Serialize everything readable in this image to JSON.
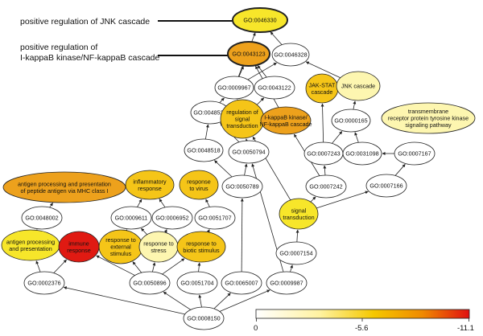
{
  "callouts": {
    "jnk": "positive regulation of JNK cascade",
    "ikk_line1": "positive regulation of",
    "ikk_line2": "I-kappaB kinase/NF-kappaB cascade"
  },
  "scale": {
    "label_zero": "0",
    "label_mid": "-5.6",
    "label_max": "-11.1",
    "colors": [
      "#ffffff",
      "#fff2a0",
      "#f5c800",
      "#f08a00",
      "#e01010"
    ]
  },
  "colors": {
    "white": "#ffffff",
    "pale_yellow": "#fdf6b0",
    "yellow": "#f7e62a",
    "yellow_orange": "#f5c518",
    "orange": "#eda11c",
    "red": "#e01a12",
    "stroke": "#222222"
  },
  "nodes": {
    "go0046330": [
      "GO:0046330"
    ],
    "go0043123": [
      "GO:0043123"
    ],
    "go0046328": [
      "GO:0046328"
    ],
    "go0009967": [
      "GO:0009967"
    ],
    "go0043122": [
      "GO:0043122"
    ],
    "jakstat": [
      "JAK-STAT",
      "cascade"
    ],
    "jnk_cascade": [
      "JNK cascade"
    ],
    "go0048522": [
      "GO:0048522"
    ],
    "reg_signal": [
      "regulation of",
      "signal",
      "transduction"
    ],
    "ikb_kinase": [
      "I-kappaB kinase/",
      "NF-kappaB cascade"
    ],
    "go0000165": [
      "GO:0000165"
    ],
    "transmembrane": [
      "transmembrane",
      "receptor protein tyrosine kinase",
      "signaling pathway"
    ],
    "go0048518": [
      "GO:0048518"
    ],
    "go0050794": [
      "GO:0050794"
    ],
    "go0007243": [
      "GO:0007243"
    ],
    "go0031098": [
      "GO:0031098"
    ],
    "go0007167": [
      "GO:0007167"
    ],
    "antigen_mhc": [
      "antigen processing and presentation",
      "of peptide antigen via MHC class I"
    ],
    "inflammatory": [
      "inflammatory",
      "response"
    ],
    "resp_virus": [
      "response",
      "to virus"
    ],
    "go0050789": [
      "GO:0050789"
    ],
    "go0007242": [
      "GO:0007242"
    ],
    "go0007166": [
      "GO:0007166"
    ],
    "go0048002": [
      "GO:0048002"
    ],
    "go0009611": [
      "GO:0009611"
    ],
    "go0006952": [
      "GO:0006952"
    ],
    "go0051707": [
      "GO:0051707"
    ],
    "signal_trans": [
      "signal",
      "transduction"
    ],
    "antigen_pp": [
      "antigen processing",
      "and presentation"
    ],
    "immune": [
      "immune",
      "response"
    ],
    "resp_ext": [
      "response to",
      "external",
      "stimulus"
    ],
    "resp_stress": [
      "response to",
      "stress"
    ],
    "resp_biotic": [
      "response to",
      "biotic stimulus"
    ],
    "go0007154": [
      "GO:0007154"
    ],
    "go0002376": [
      "GO:0002376"
    ],
    "go0050896": [
      "GO:0050896"
    ],
    "go0051704": [
      "GO:0051704"
    ],
    "go0065007": [
      "GO:0065007"
    ],
    "go0009987": [
      "GO:0009987"
    ],
    "go0008150": [
      "GO:0008150"
    ]
  }
}
